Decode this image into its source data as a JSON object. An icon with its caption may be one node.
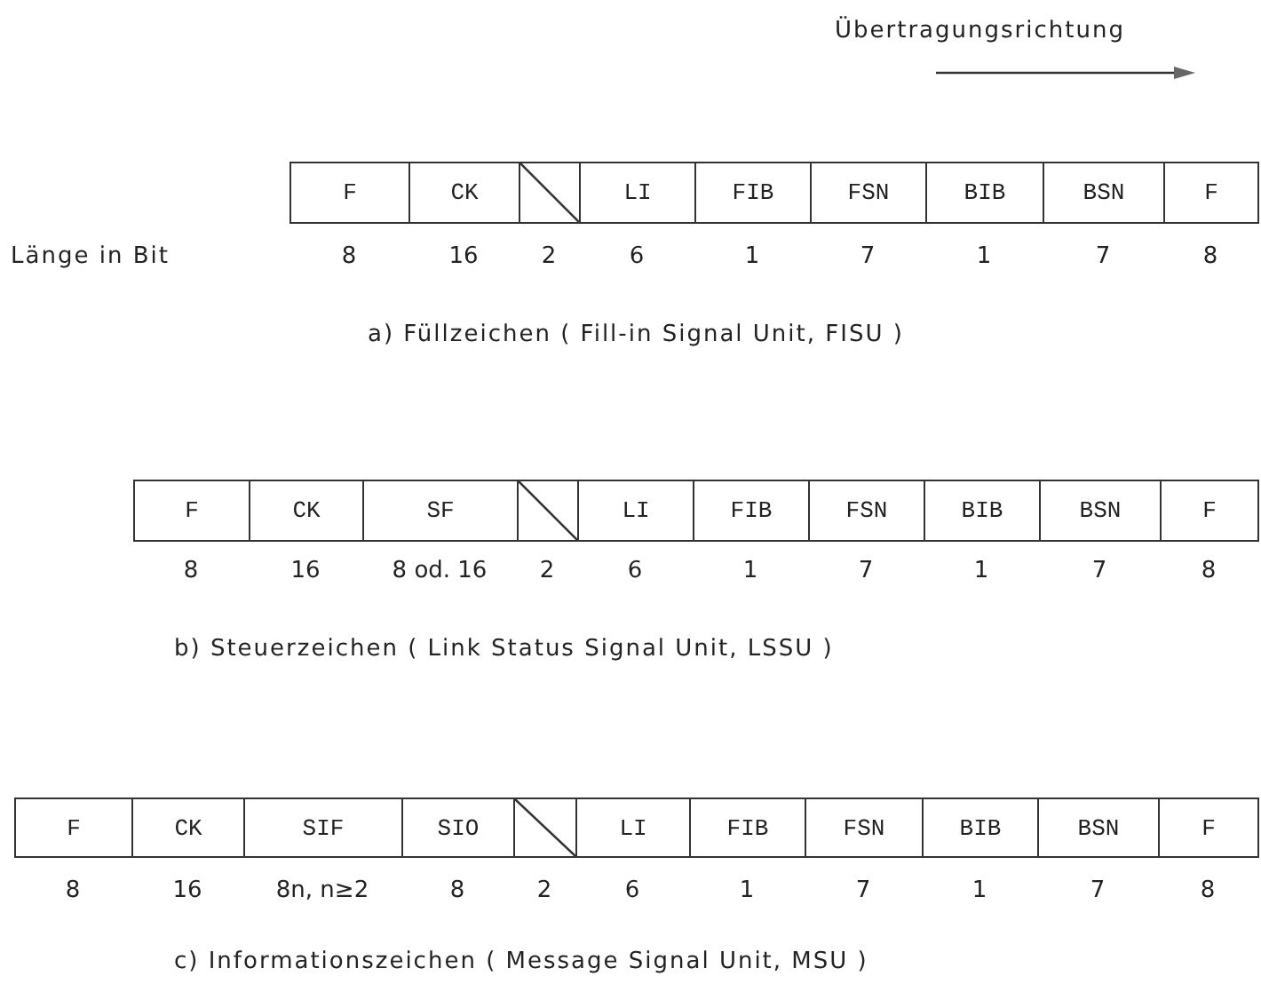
{
  "diagram": {
    "nodes": [
      {
        "text": [
          "F"
        ]
      },
      {
        "text": [
          "CK"
        ]
      },
      {
        "text": [],
        "shape": "box"
      },
      {
        "text": [
          "LI"
        ]
      },
      {
        "text": [
          "FIB"
        ]
      },
      {
        "text": [
          "FSN"
        ]
      },
      {
        "text": [
          "BIB"
        ]
      },
      {
        "text": [
          "BSN"
        ]
      },
      {
        "text": [
          "F"
        ]
      },
      {
        "text": [
          "F"
        ]
      },
      {
        "text": [
          "CK"
        ]
      },
      {
        "text": [
          "SF"
        ]
      },
      {
        "text": [],
        "shape": "box"
      },
      {
        "text": [
          "LI"
        ]
      },
      {
        "text": [
          "FIB"
        ]
      },
      {
        "text": [
          "FSN"
        ]
      },
      {
        "text": [
          "BIB"
        ]
      },
      {
        "text": [
          "BSN"
        ]
      },
      {
        "text": [
          "F"
        ]
      },
      {
        "text": [
          "F"
        ]
      },
      {
        "text": [
          "CK"
        ]
      },
      {
        "text": [
          "SIF"
        ]
      },
      {
        "text": [
          "SIO"
        ]
      },
      {
        "text": [],
        "shape": "box"
      },
      {
        "text": [
          "LI"
        ]
      },
      {
        "text": [
          "FIB"
        ]
      },
      {
        "text": [
          "FSN"
        ]
      },
      {
        "text": [
          "BIB"
        ]
      },
      {
        "text": [
          "BSN"
        ]
      },
      {
        "text": [
          "F"
        ]
      }
    ],
    "labels": [
      "Übertragungsrichtung",
      "Länge in Bit",
      "8",
      "16",
      "2",
      "6",
      "1",
      "7",
      "1",
      "7",
      "8",
      "a) Füllzeichen ( Fill-in Signal Unit, FISU )",
      "8",
      "16",
      "8 od. 16",
      "2",
      "6",
      "1",
      "7",
      "1",
      "7",
      "8",
      "b) Steuerzeichen ( Link Status Signal Unit, LSSU )",
      "8",
      "16",
      "8n, n≥2",
      "8",
      "2",
      "6",
      "1",
      "7",
      "1",
      "7",
      "8",
      "c) Informationszeichen ( Message Signal Unit, MSU )"
    ]
  }
}
